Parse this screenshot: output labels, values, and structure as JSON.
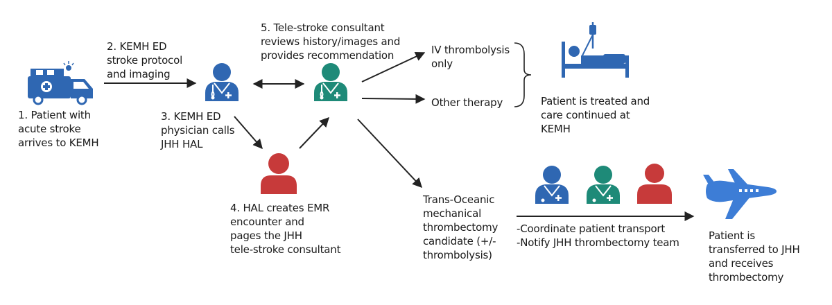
{
  "colors": {
    "blue": "#2f67b2",
    "teal": "#1e8a78",
    "red": "#c73a3a",
    "arrow": "#222222",
    "plane": "#3d7dd6"
  },
  "icons": {
    "ambulance": "ambulance-icon",
    "ed_physician": "physician-blue-icon",
    "consultant": "physician-teal-icon",
    "hal": "person-red-icon",
    "bed": "hospital-bed-icon",
    "plane": "airplane-icon"
  },
  "steps": {
    "step1": "1. Patient with\nacute stroke\narrives to KEMH",
    "step2": "2. KEMH ED\nstroke protocol\nand imaging",
    "step3": "3. KEMH ED\nphysician calls\nJHH HAL",
    "step4": "4. HAL creates EMR\nencounter and\npages the JHH\ntele-stroke consultant",
    "step5": "5. Tele-stroke consultant\nreviews history/images and\nprovides recommendation"
  },
  "outcomes": {
    "iv": "IV thrombolysis\nonly",
    "other": "Other therapy",
    "treated": "Patient is treated and\ncare continued at\nKEMH",
    "trans": "Trans-Oceanic\nmechanical\nthrombectomy\ncandidate (+/-\nthrombolysis)",
    "coordinate": "-Coordinate patient transport\n-Notify JHH thrombectomy team",
    "transferred": "Patient is\ntransferred to JHH\nand receives\nthrombectomy"
  }
}
